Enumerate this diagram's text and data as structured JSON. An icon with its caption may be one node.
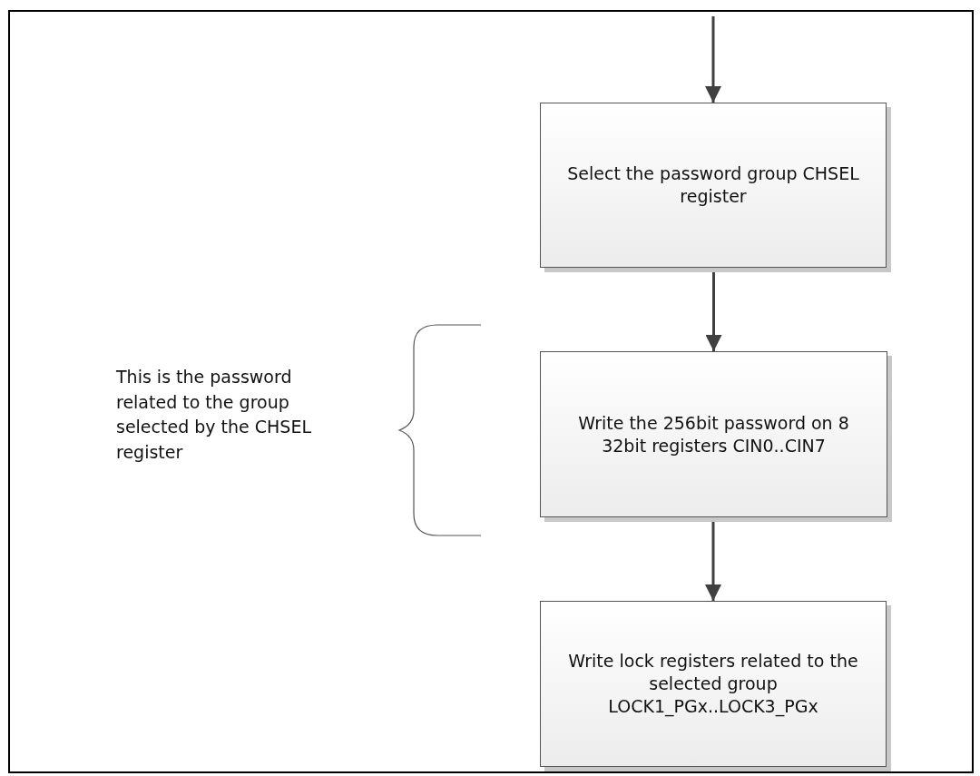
{
  "diagram": {
    "nodes": [
      {
        "text": [
          "Select the password group CHSEL register"
        ]
      },
      {
        "text": [
          "Write the 256bit password on 8 32bit registers CIN0..CIN7"
        ]
      },
      {
        "text": [
          "Write lock registers related to the selected group LOCK1_PGx..LOCK3_PGx"
        ]
      }
    ],
    "edges": [
      {
        "from": null,
        "to": 0,
        "arrow": "to"
      },
      {
        "from": 0,
        "to": 1,
        "arrow": "to"
      },
      {
        "from": 1,
        "to": 2,
        "arrow": "to"
      }
    ],
    "labels": [
      "This is the password related to the group selected by the CHSEL register"
    ]
  }
}
